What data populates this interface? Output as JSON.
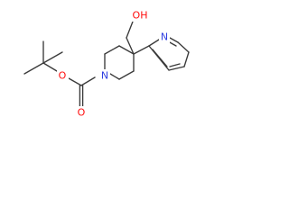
{
  "structure": {
    "atoms": {
      "hydroxyl_oxygen": {
        "symbol": "OH",
        "color": "#ff0d0d"
      },
      "pyridine_nitrogen": {
        "symbol": "N",
        "color": "#2f3fe0"
      },
      "piperidine_nitrogen": {
        "symbol": "N",
        "color": "#2f3fe0"
      },
      "ester_oxygen": {
        "symbol": "O",
        "color": "#ff0d0d"
      },
      "carbonyl_oxygen": {
        "symbol": "O",
        "color": "#ff0d0d"
      }
    },
    "bond_color": "#3a3a3a"
  }
}
